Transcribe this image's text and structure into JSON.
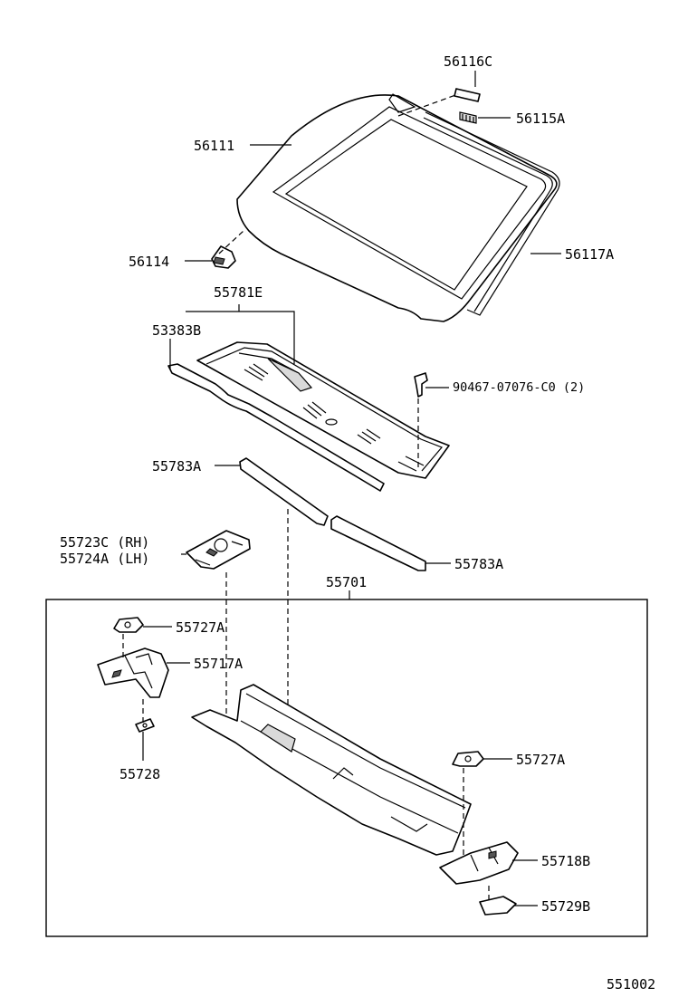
{
  "diagram": {
    "labels": {
      "p56116C": "56116C",
      "p56115A": "56115A",
      "p56111": "56111",
      "p56114": "56114",
      "p56117A": "56117A",
      "p55781E": "55781E",
      "p53383B": "53383B",
      "p90467": "90467-07076-C0 (2)",
      "p55783A_left": "55783A",
      "p55783A_right": "55783A",
      "p55723C": "55723C (RH)",
      "p55724A": "55724A (LH)",
      "p55701": "55701",
      "p55727A_left": "55727A",
      "p55717A": "55717A",
      "p55728": "55728",
      "p55727A_right": "55727A",
      "p55718B": "55718B",
      "p55729B": "55729B"
    },
    "figure_number": "551002"
  }
}
